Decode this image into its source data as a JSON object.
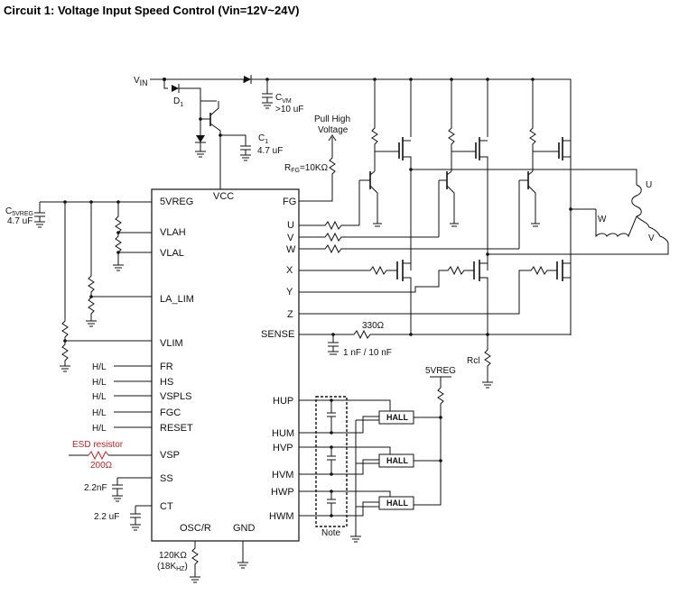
{
  "title": "Circuit 1: Voltage Input Speed Control (Vin=12V~24V)",
  "labels": {
    "vin": "V",
    "vin_sub": "IN",
    "d1": "D",
    "d1_sub": "1",
    "cvm": "C",
    "cvm_sub": "VM",
    "cvm_val": ">10 uF",
    "c1": "C",
    "c1_sub": "1",
    "c1_val": "4.7 uF",
    "c5vreg": "C",
    "c5vreg_sub": "5VREG",
    "c5vreg_val": "4.7 uF",
    "pullhigh1": "Pull High",
    "pullhigh2": "Voltage",
    "rfg": "R",
    "rfg_sub": "FG",
    "rfg_val": "=10KΩ",
    "u_coil": "U",
    "v_coil": "V",
    "w_coil": "W",
    "r330": "330Ω",
    "cap_sense": "1 nF / 10 nF",
    "rcl": "Rcl",
    "fivevreg": "5VREG",
    "hall": "HALL",
    "note": "Note",
    "esd1": "ESD resistor",
    "esd2": "200Ω",
    "c22n": "2.2nF",
    "c22u": "2.2 uF",
    "r120": "120KΩ",
    "r18": "(18K",
    "r18_sub": "HZ",
    "r18_end": ")",
    "hl": "H/L"
  },
  "pins_left": [
    "5VREG",
    "VLAH",
    "VLAL",
    "LA_LIM",
    "VLIM",
    "FR",
    "HS",
    "VSPLS",
    "FGC",
    "RESET",
    "VSP",
    "SS",
    "CT"
  ],
  "pins_top": [
    "VCC"
  ],
  "pins_bottom": [
    "OSC/R",
    "GND"
  ],
  "pins_right": [
    "FG",
    "U",
    "V",
    "W",
    "X",
    "Y",
    "Z",
    "SENSE",
    "HUP",
    "HUM",
    "HVP",
    "HVM",
    "HWP",
    "HWM"
  ]
}
